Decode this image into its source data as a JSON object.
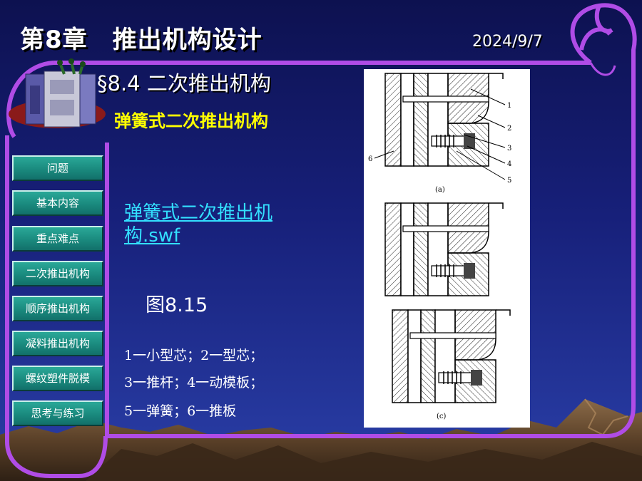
{
  "slide": {
    "chapter_title": "第8章　推出机构设计",
    "date": "2024/9/7",
    "section_title": "§8.4 二次推出机构",
    "subtitle": "弹簧式二次推出机构",
    "media_link": "弹簧式二次推出机构.swf",
    "figure_label": "图8.15",
    "legend": [
      "1一小型芯；2一型芯；",
      "3一推杆；4一动模板；",
      "5一弹簧；6一推板"
    ]
  },
  "nav": [
    {
      "label": "问题"
    },
    {
      "label": "基本内容"
    },
    {
      "label": "重点难点"
    },
    {
      "label": "二次推出机构"
    },
    {
      "label": "顺序推出机构"
    },
    {
      "label": "凝料推出机构"
    },
    {
      "label": "螺纹塑件脱模"
    },
    {
      "label": "思考与练习"
    }
  ],
  "figure": {
    "part_numbers": [
      "1",
      "2",
      "3",
      "4",
      "5",
      "6"
    ],
    "panel_labels": [
      "(a)",
      "(c)"
    ]
  },
  "colors": {
    "frame": "#b04ce6",
    "subtitle": "#ffff00",
    "link": "#33e0ff",
    "nav_button": "#1a8a7e"
  }
}
